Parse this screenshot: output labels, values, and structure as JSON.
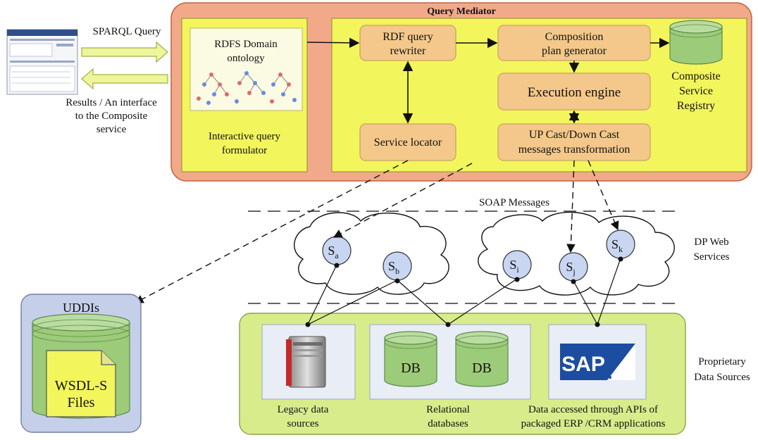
{
  "query_mediator": {
    "title": "Query Mediator"
  },
  "client": {
    "request_label": "SPARQL Query",
    "response_lines": [
      "Results / An interface",
      "to the Composite",
      "service"
    ]
  },
  "formulator": {
    "ontology_lines": [
      "RDFS Domain",
      "ontology"
    ],
    "caption_lines": [
      "Interactive query",
      "formulator"
    ]
  },
  "components": {
    "rewriter_lines": [
      "RDF query",
      "rewriter"
    ],
    "plan_lines": [
      "Composition",
      "plan generator"
    ],
    "execution": "Execution engine",
    "locator": "Service locator",
    "cast_lines": [
      "UP Cast/Down Cast",
      "messages transformation"
    ],
    "registry_lines": [
      "Composite",
      "Service",
      "Registry"
    ]
  },
  "soap_label": "SOAP Messages",
  "web_services": {
    "label_lines": [
      "DP Web",
      "Services"
    ],
    "nodes": [
      {
        "base": "S",
        "sub": "a"
      },
      {
        "base": "S",
        "sub": "b"
      },
      {
        "base": "S",
        "sub": "i"
      },
      {
        "base": "S",
        "sub": "j"
      },
      {
        "base": "S",
        "sub": "k"
      }
    ]
  },
  "uddi": {
    "title": "UDDIs",
    "doc_lines": [
      "WSDL-S",
      "Files"
    ]
  },
  "sources": {
    "label_lines": [
      "Proprietary",
      "Data Sources"
    ],
    "legacy_lines": [
      "Legacy data",
      "sources"
    ],
    "relational_lines": [
      "Relational",
      "databases"
    ],
    "db1": "DB",
    "db2": "DB",
    "erp_lines": [
      "Data accessed through APIs of",
      "packaged ERP /CRM applications"
    ],
    "sap_logo": "SAP"
  },
  "colors": {
    "mediator_fill": "#F2A98A",
    "mediator_stroke": "#C0623F",
    "panel_fill": "#F2F55C",
    "component_fill": "#F4C88A",
    "component_stroke": "#C9A163",
    "registry_fill": "#9CCB79",
    "sources_fill": "#D9EC8C",
    "uddi_fill": "#C5CFEA",
    "sap_blue": "#1C4DA0",
    "arrow_fill": "#EEF59A",
    "node_fill": "#C8D6F2"
  }
}
